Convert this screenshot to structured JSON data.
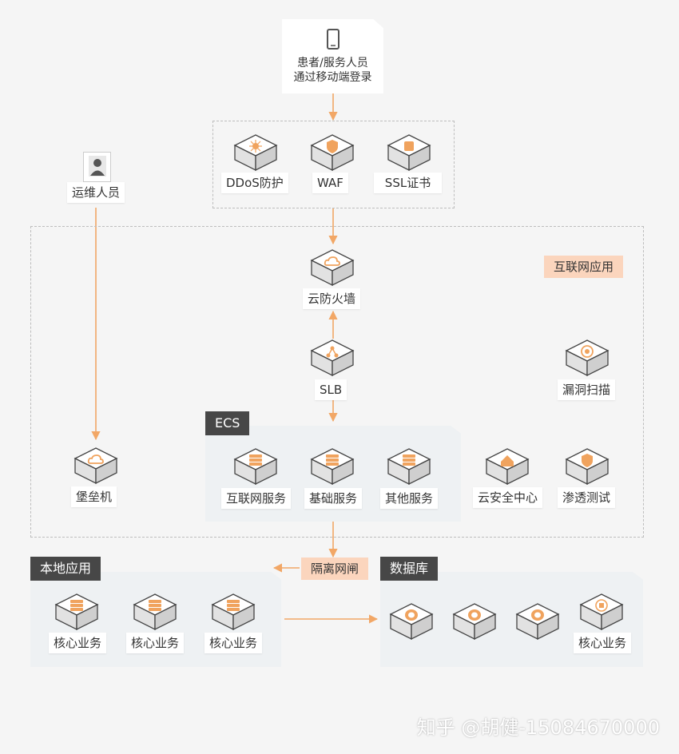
{
  "top_card": {
    "line1": "患者/服务人员",
    "line2": "通过移动端登录"
  },
  "edge_security": [
    {
      "label": "DDoS防护",
      "icon": "ddos-icon"
    },
    {
      "label": "WAF",
      "icon": "waf-icon"
    },
    {
      "label": "SSL证书",
      "icon": "ssl-icon"
    }
  ],
  "ops": {
    "label": "运维人员",
    "icon": "person-icon"
  },
  "internet_zone": {
    "tag": "互联网应用"
  },
  "firewall": {
    "label": "云防火墙"
  },
  "slb": {
    "label": "SLB"
  },
  "vuln_scan": {
    "label": "漏洞扫描"
  },
  "bastion": {
    "label": "堡垒机"
  },
  "ecs": {
    "tag": "ECS",
    "items": [
      {
        "label": "互联网服务"
      },
      {
        "label": "基础服务"
      },
      {
        "label": "其他服务"
      }
    ]
  },
  "cloud_security_center": {
    "label": "云安全中心"
  },
  "pentest": {
    "label": "渗透测试"
  },
  "gateway": {
    "label": "隔离网闸"
  },
  "local_apps": {
    "tag": "本地应用",
    "items": [
      {
        "label": "核心业务"
      },
      {
        "label": "核心业务"
      },
      {
        "label": "核心业务"
      }
    ]
  },
  "database": {
    "tag": "数据库",
    "last_label": "核心业务"
  },
  "watermark": "知乎 @胡健-15084670000",
  "colors": {
    "accent": "#f0a35e",
    "arrow": "#f2a766",
    "tag_dark": "#474747",
    "tag_peach": "#fbd5bd"
  }
}
